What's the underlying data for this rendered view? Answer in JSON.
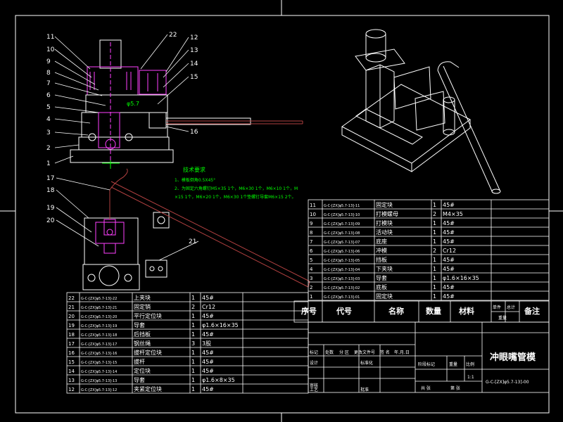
{
  "colors": {
    "background": "#000000",
    "line": "#ffffff",
    "part": "#ff40ff",
    "note": "#00ff00",
    "rod": "#b04040",
    "dim": "#00ff00"
  },
  "callouts_left": [
    "11",
    "10",
    "9",
    "8",
    "7",
    "6",
    "5",
    "4",
    "3",
    "2",
    "1"
  ],
  "callouts_right": [
    "22",
    "12",
    "13",
    "14",
    "15",
    "16"
  ],
  "callouts_lower": [
    "17",
    "18",
    "19",
    "20",
    "21"
  ],
  "dimension_label": "φ5.7",
  "tech_notes": {
    "title": "技术要求",
    "line1": "1、模板倒角0.5X45°",
    "line2": "2、为固定六角螺钉M5×35 1个，M6×30 1个，M6×10 1个，M",
    "line3": "×15 1个，M6×20 1个，M6×30 1个垫螺钉导套M6×15 2个。"
  },
  "bom_upper": [
    {
      "no": "11",
      "code": "G-C-[ZX]φ5.7-13]-11",
      "name": "固定块",
      "qty": "1",
      "mat": "45#"
    },
    {
      "no": "10",
      "code": "G-C-[ZX]φ5.7-13]-10",
      "name": "打模螺母",
      "qty": "2",
      "mat": "M4×35"
    },
    {
      "no": "9",
      "code": "G-C-[ZX]φ5.7-13]-09",
      "name": "打模块",
      "qty": "1",
      "mat": "45#"
    },
    {
      "no": "8",
      "code": "G-C-[ZX]φ5.7-13]-08",
      "name": "活动块",
      "qty": "1",
      "mat": "45#"
    },
    {
      "no": "7",
      "code": "G-C-[ZX]φ5.7-13]-07",
      "name": "底座",
      "qty": "1",
      "mat": "45#"
    },
    {
      "no": "6",
      "code": "G-C-[ZX]φ5.7-13]-06",
      "name": "冲模",
      "qty": "2",
      "mat": "Cr12"
    },
    {
      "no": "5",
      "code": "G-C-[ZX]φ5.7-13]-05",
      "name": "挡板",
      "qty": "1",
      "mat": "45#"
    },
    {
      "no": "4",
      "code": "G-C-[ZX]φ5.7-13]-04",
      "name": "下夹块",
      "qty": "1",
      "mat": "45#"
    },
    {
      "no": "3",
      "code": "G-C-[ZX]φ5.7-13]-03",
      "name": "导套",
      "qty": "1",
      "mat": "φ1.6×16×35"
    },
    {
      "no": "2",
      "code": "G-C-[ZX]φ5.7-13]-02",
      "name": "底板",
      "qty": "1",
      "mat": "45#"
    },
    {
      "no": "1",
      "code": "G-C-[ZX]φ5.7-13]-01",
      "name": "固定块",
      "qty": "1",
      "mat": "45#"
    }
  ],
  "bom_lower": [
    {
      "no": "22",
      "code": "G-C-[ZX]φ5.7-13]-22",
      "name": "上夹块",
      "qty": "1",
      "mat": "45#"
    },
    {
      "no": "21",
      "code": "G-C-[ZX]φ5.7-13]-21",
      "name": "固定销",
      "qty": "2",
      "mat": "Cr12"
    },
    {
      "no": "20",
      "code": "G-C-[ZX]φ5.7-13]-20",
      "name": "平行定位块",
      "qty": "1",
      "mat": "45#"
    },
    {
      "no": "19",
      "code": "G-C-[ZX]φ5.7-13]-19",
      "name": "导套",
      "qty": "1",
      "mat": "φ1.6×16×35"
    },
    {
      "no": "18",
      "code": "G-C-[ZX]φ5.7-13]-18",
      "name": "后挡板",
      "qty": "1",
      "mat": "45#"
    },
    {
      "no": "17",
      "code": "G-C-[ZX]φ5.7-13]-17",
      "name": "钢丝绳",
      "qty": "3",
      "mat": "3股"
    },
    {
      "no": "16",
      "code": "G-C-[ZX]φ5.7-13]-16",
      "name": "拔杆定位块",
      "qty": "1",
      "mat": "45#"
    },
    {
      "no": "15",
      "code": "G-C-[ZX]φ5.7-13]-15",
      "name": "拔杆",
      "qty": "1",
      "mat": "45#"
    },
    {
      "no": "14",
      "code": "G-C-[ZX]φ5.7-13]-14",
      "name": "定位块",
      "qty": "1",
      "mat": "45#"
    },
    {
      "no": "13",
      "code": "G-C-[ZX]φ5.7-13]-13",
      "name": "导套",
      "qty": "1",
      "mat": "φ1.6×8×35"
    },
    {
      "no": "12",
      "code": "G-C-[ZX]φ5.7-13]-12",
      "name": "夹紧定位块",
      "qty": "1",
      "mat": "45#"
    }
  ],
  "header": {
    "no": "序号",
    "code": "代号",
    "name": "名称",
    "qty": "数量",
    "mat": "材料",
    "unit_weight": "单件",
    "total_weight": "总计",
    "weight": "重量",
    "remark": "备注"
  },
  "title_block": {
    "drawing_title": "冲眼嘴管模",
    "drawing_code": "G-C-[ZX]φ5.7-13]-00",
    "mark": "标记",
    "count": "处数",
    "zone": "分 区",
    "change_doc": "更改文件号",
    "sign": "签 名",
    "date": "年.月.日",
    "designer": "设计",
    "standard": "标准化",
    "stage": "阶段标记",
    "weight": "重量",
    "scale": "比例",
    "scale_value": "1:1",
    "checker": "审核",
    "process": "工艺",
    "approve": "批准",
    "sheets_total": "共  张",
    "sheet_no": "第  张"
  }
}
